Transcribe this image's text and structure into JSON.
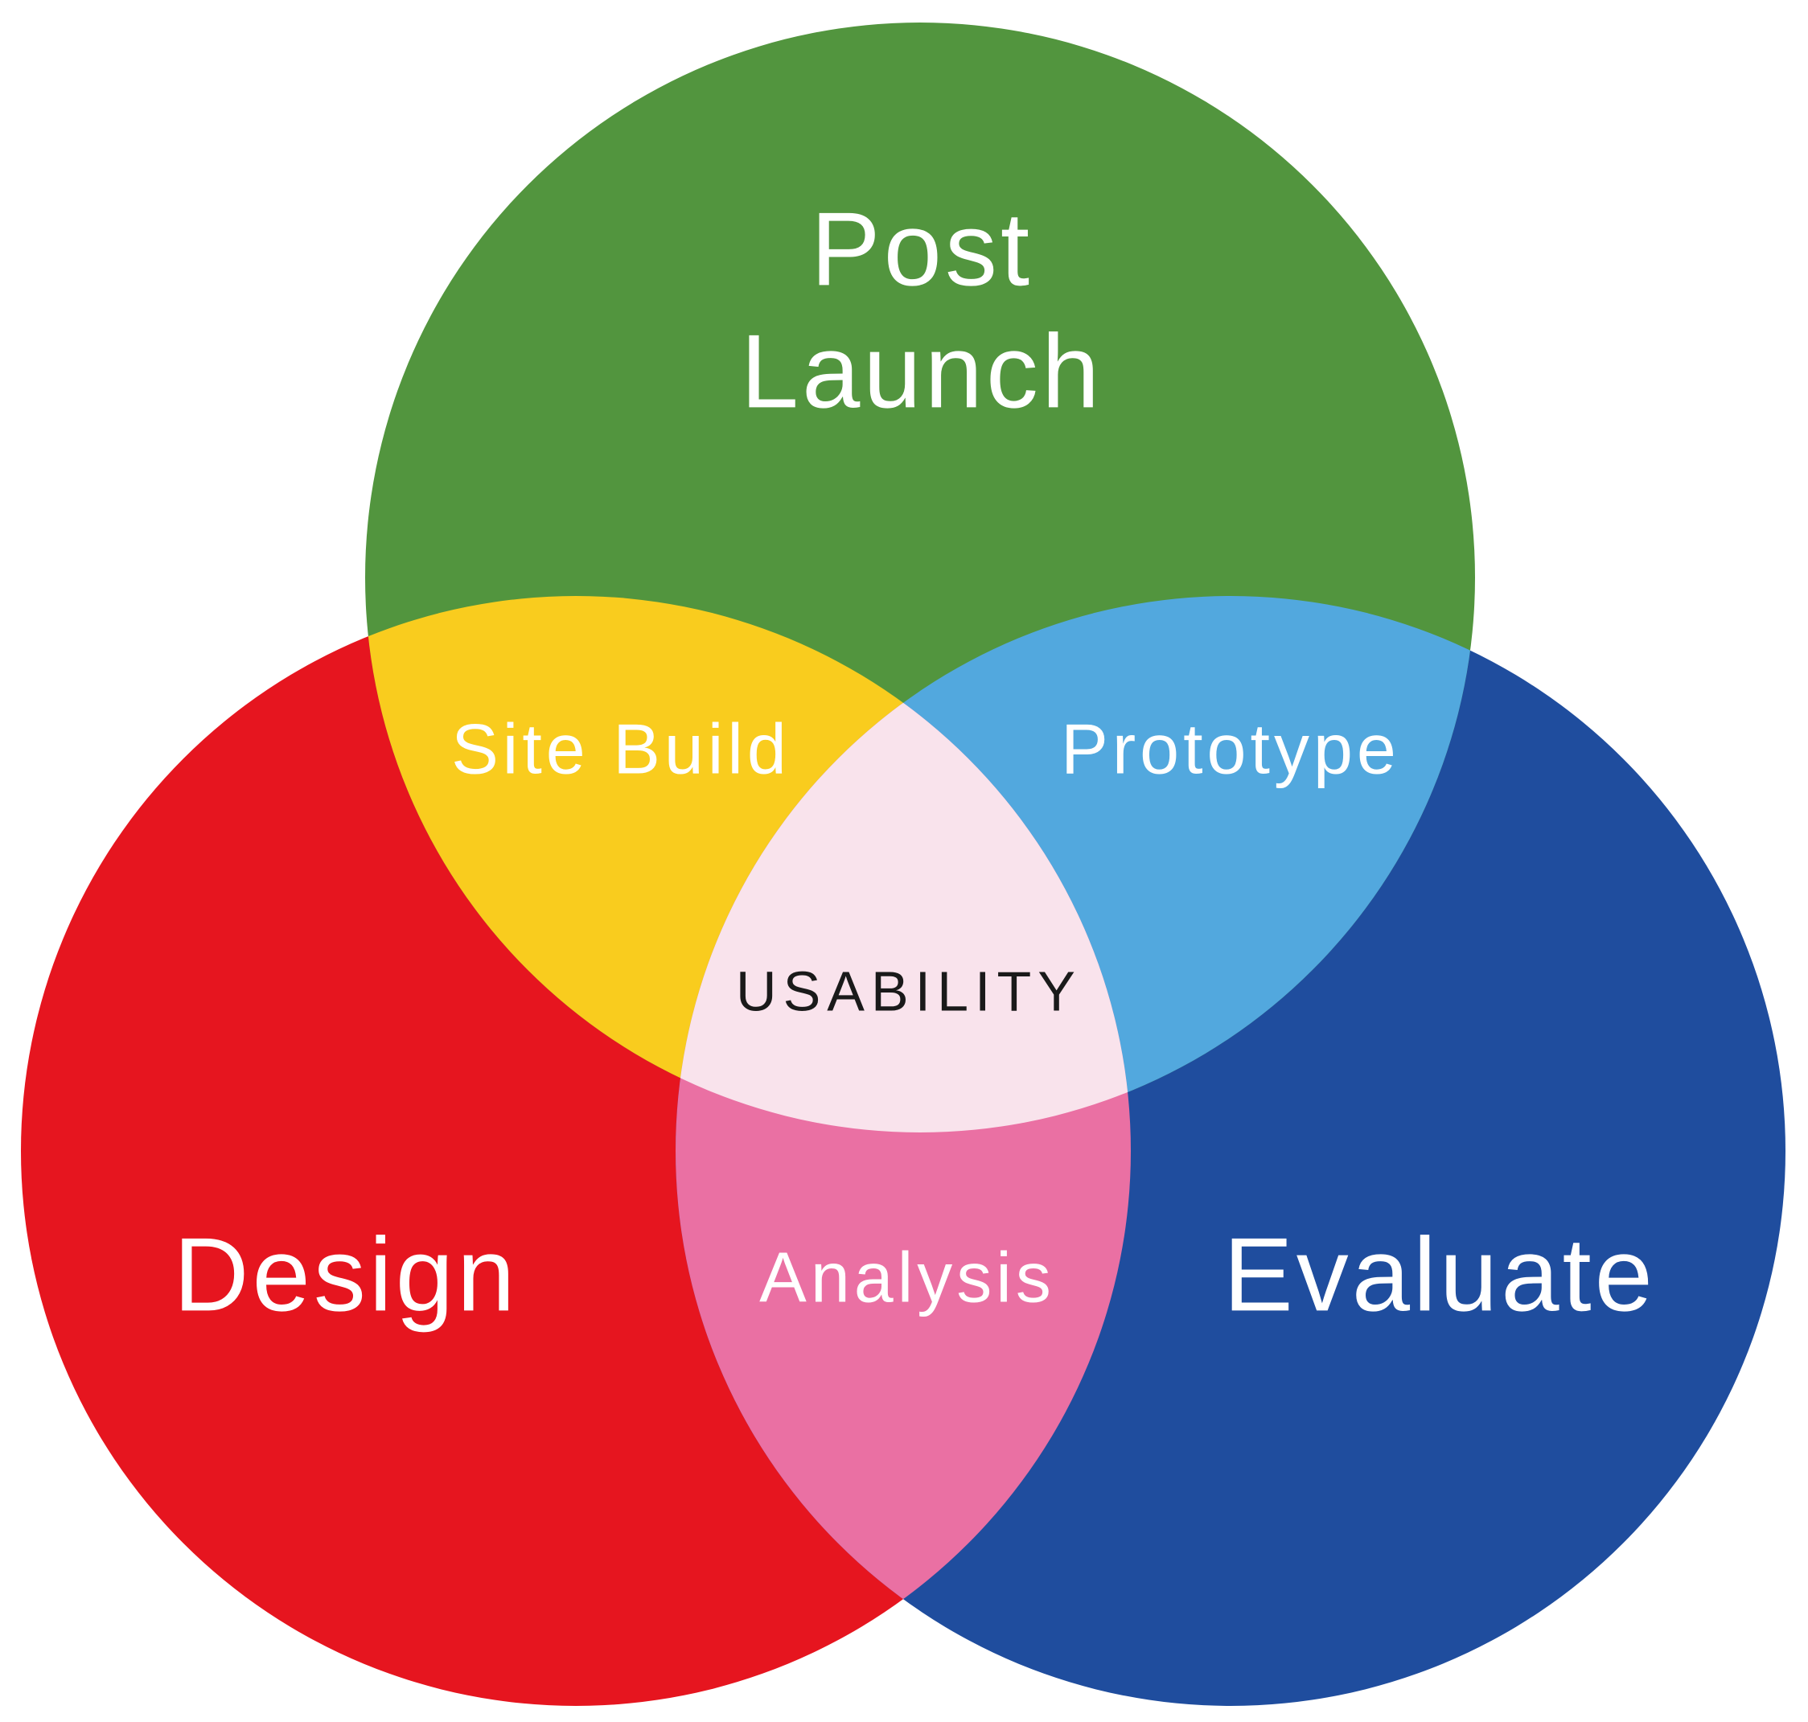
{
  "diagram": {
    "circles": {
      "post_launch": {
        "label_line1": "Post",
        "label_line2": "Launch",
        "color": "#52953e"
      },
      "design": {
        "label": "Design",
        "color": "#e6151f"
      },
      "evaluate": {
        "label": "Evaluate",
        "color": "#1f4d9e"
      }
    },
    "overlaps": {
      "site_build": {
        "label": "Site Build",
        "color": "#f9cc1e"
      },
      "prototype": {
        "label": "Prototype",
        "color": "#52a8de"
      },
      "analysis": {
        "label": "Analysis",
        "color": "#ea70a3"
      },
      "usability": {
        "label": "USABILITY",
        "color": "#f9e3ec"
      }
    },
    "text_colors": {
      "light": "#ffffff",
      "dark": "#1a1a1a"
    }
  }
}
